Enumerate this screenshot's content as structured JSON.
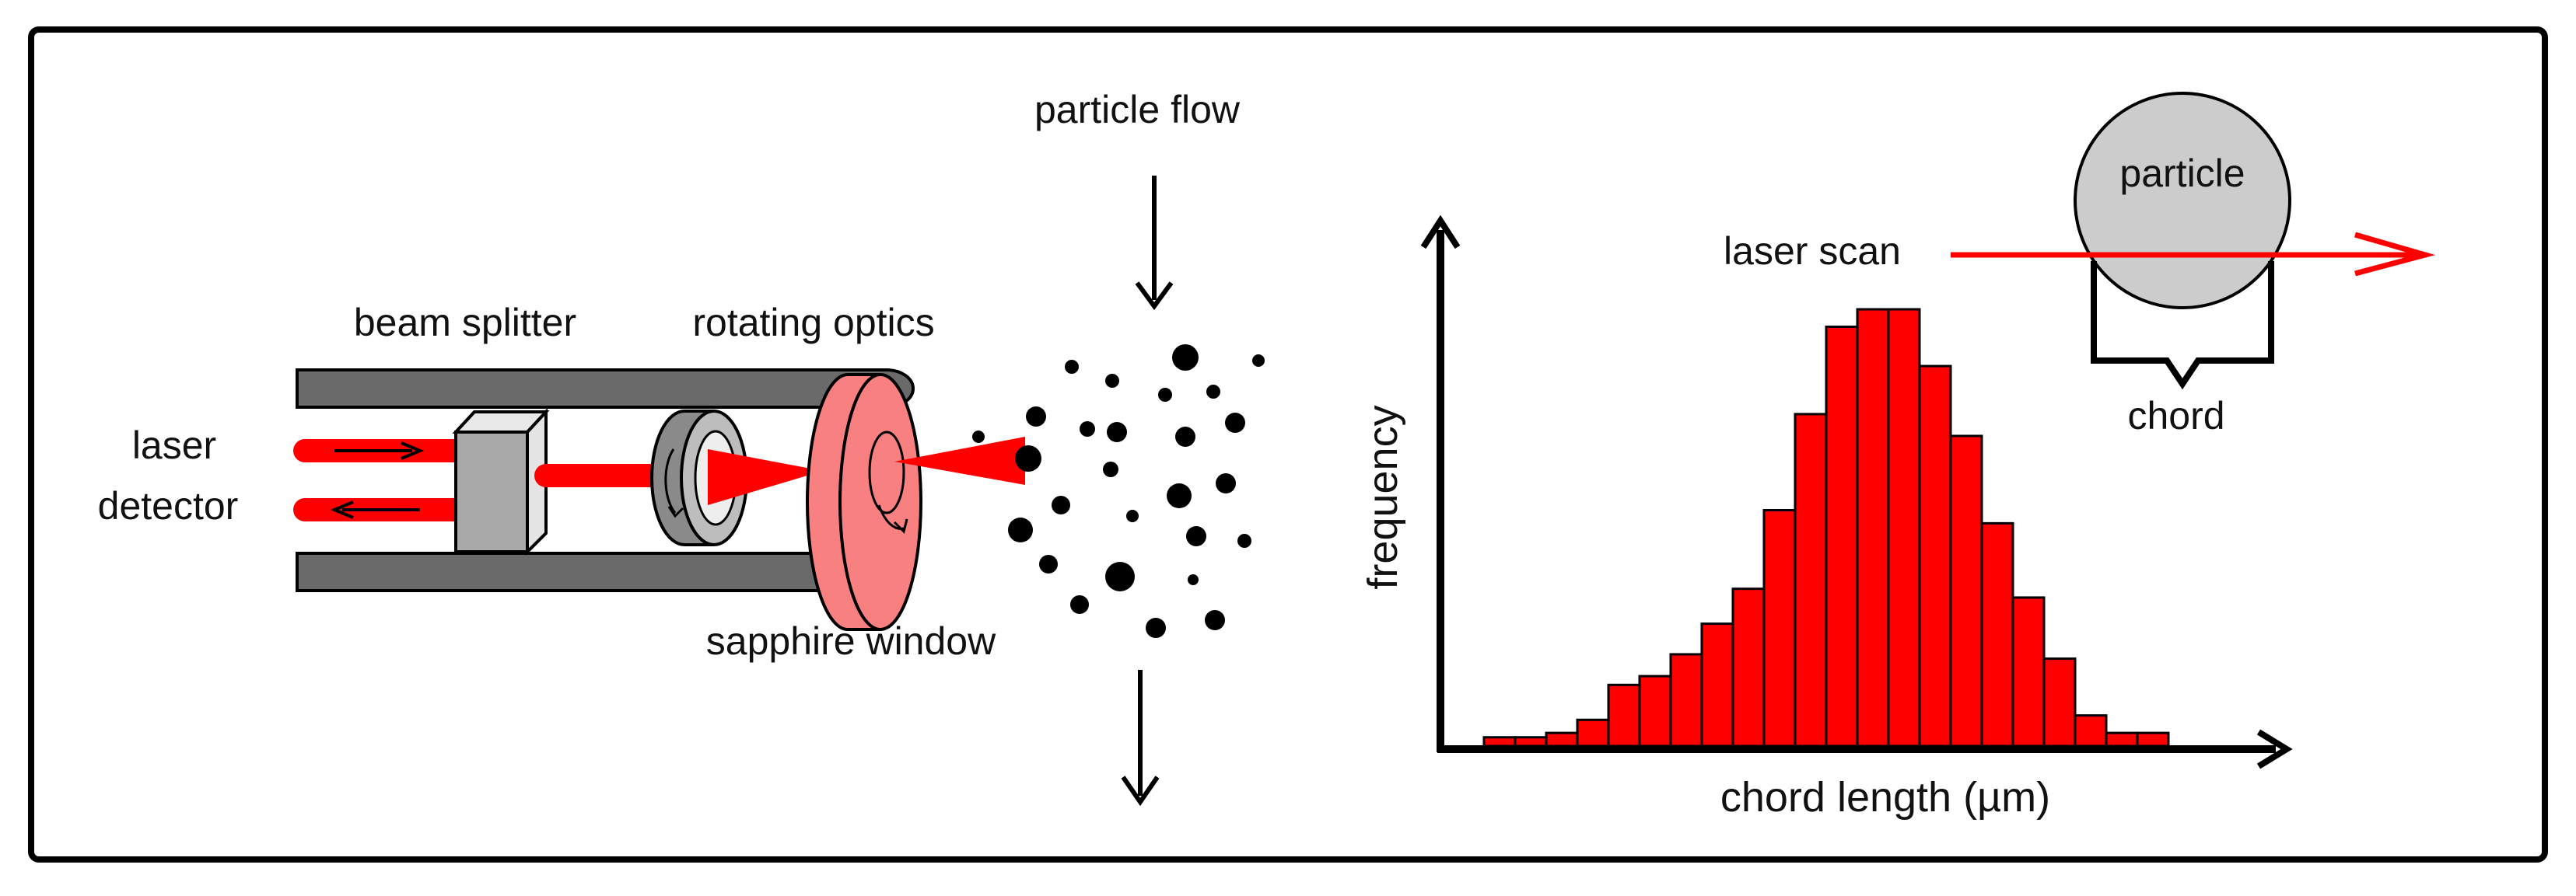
{
  "labels": {
    "particle_flow": "particle flow",
    "beam_splitter": "beam splitter",
    "rotating_optics": "rotating optics",
    "laser": "laser",
    "detector": "detector",
    "sapphire_window": "sapphire window",
    "laser_scan": "laser scan",
    "particle": "particle",
    "chord": "chord"
  },
  "colors": {
    "laser_red": "#ff0000",
    "window_pink": "#f88080",
    "tube_gray": "#6a6a6a",
    "splitter_gray": "#a9a9a9",
    "particle_gray": "#cccccc",
    "outline": "#000000"
  },
  "chart_data": {
    "type": "bar",
    "xlabel": "chord length (µm)",
    "ylabel": "frequency",
    "categories": [],
    "values": [
      2,
      2,
      3,
      6,
      14,
      16,
      21,
      28,
      36,
      54,
      76,
      96,
      100,
      100,
      87,
      71,
      51,
      34,
      20,
      7,
      3,
      3
    ],
    "ylim": [
      0,
      115
    ],
    "grid": false
  }
}
